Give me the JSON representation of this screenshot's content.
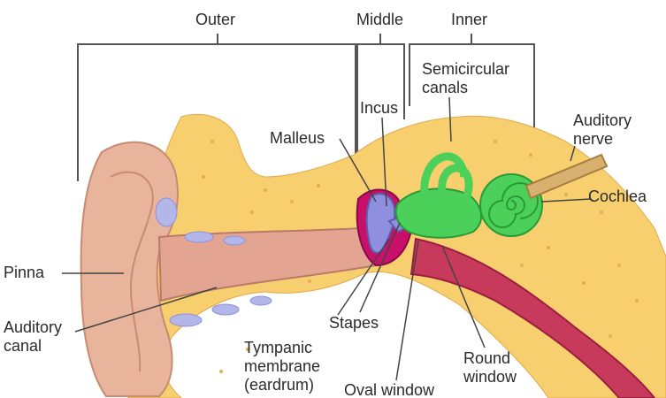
{
  "sections": {
    "outer": "Outer",
    "middle": "Middle",
    "inner": "Inner"
  },
  "labels": {
    "pinna": "Pinna",
    "auditory_canal": "Auditory\ncanal",
    "malleus": "Malleus",
    "incus": "Incus",
    "semicircular_canals": "Semicircular\ncanals",
    "auditory_nerve": "Auditory\nnerve",
    "cochlea": "Cochlea",
    "stapes": "Stapes",
    "tympanic_membrane": "Tympanic\nmembrane\n(eardrum)",
    "oval_window": "Oval window",
    "round_window": "Round\nwindow"
  },
  "colors": {
    "skin": "#e8b49c",
    "skin_dark": "#c98a72",
    "bone": "#f7cf6e",
    "canal": "#e3a592",
    "ossicles": "#8f8fe0",
    "membrane": "#c8106a",
    "inner_ear": "#4bd15a",
    "tube": "#c83a5c"
  }
}
